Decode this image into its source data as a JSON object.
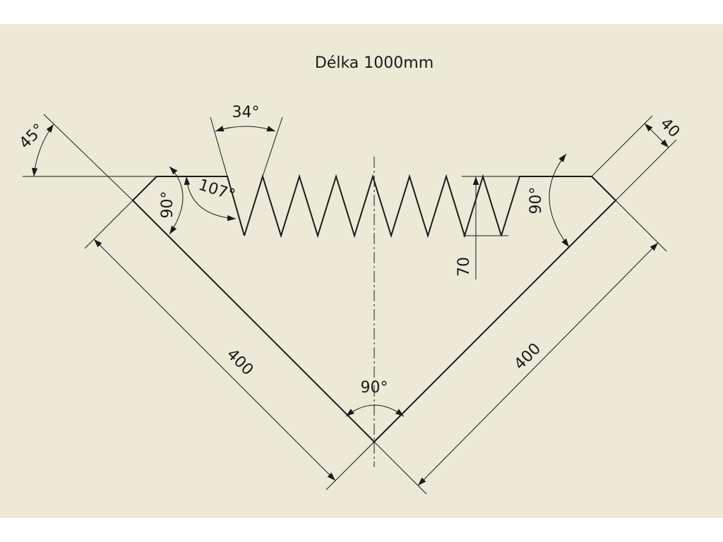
{
  "drawing": {
    "title": "Délka 1000mm",
    "background": "#ecead6",
    "line_color": "#1a1a1a"
  },
  "dimensions": {
    "angle_45": "45°",
    "angle_34": "34°",
    "angle_107": "107°",
    "angle_90_left": "90°",
    "angle_90_right": "90°",
    "angle_90_bottom": "90°",
    "length_40": "40",
    "depth_70": "70",
    "length_400_left": "400",
    "length_400_right": "400"
  }
}
